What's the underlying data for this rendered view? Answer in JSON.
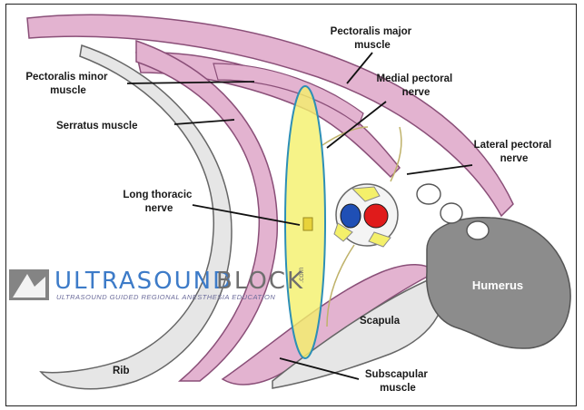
{
  "labels": {
    "pectoralis_major": [
      "Pectoralis major",
      "muscle"
    ],
    "pectoralis_minor": [
      "Pectoralis minor",
      "muscle"
    ],
    "medial_pectoral": [
      "Medial pectoral",
      "nerve"
    ],
    "serratus": "Serratus muscle",
    "lateral_pectoral": [
      "Lateral pectoral",
      "nerve"
    ],
    "long_thoracic": [
      "Long thoracic",
      "nerve"
    ],
    "humerus": "Humerus",
    "scapula": "Scapula",
    "rib": "Rib",
    "subscapular": [
      "Subscapular",
      "muscle"
    ]
  },
  "watermark": {
    "brand_a": "ULTRASOUND",
    "brand_b": "BLOCK",
    "brand_suffix": ".com",
    "tagline": "ULTRASOUND GUIDED REGIONAL ANESTHESIA EDUCATION"
  },
  "colors": {
    "muscle_pink": "#e3b3d0",
    "muscle_edge": "#8a4f78",
    "bone_gray": "#e6e6e6",
    "humerus_gray": "#8c8c8c",
    "highlight_yellow": "#f4f06a",
    "highlight_outline": "#2d8fb6",
    "artery_red": "#e01b1b",
    "vein_blue": "#1f4fb5",
    "brand_blue": "#3d7bc8",
    "brand_gray": "#6f6f6f"
  }
}
